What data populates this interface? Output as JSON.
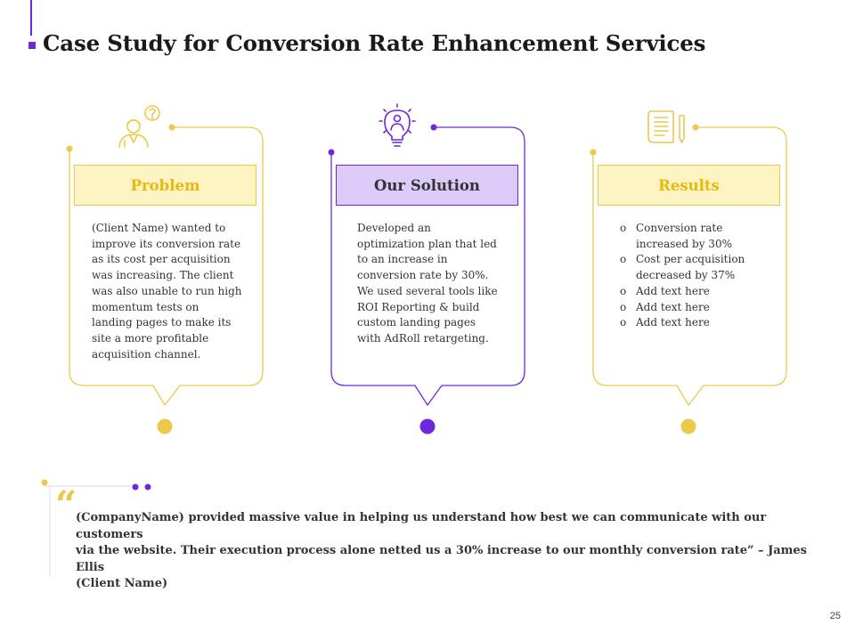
{
  "slide": {
    "title": "Case Study for Conversion Rate Enhancement Services",
    "page_number": "25"
  },
  "colors": {
    "yellow": "#ecc94b",
    "purple": "#6d28d9",
    "light_yellow": "#fdf3c3",
    "light_purple": "#dccbf8"
  },
  "columns": {
    "problem": {
      "icon": "customer-question-icon",
      "heading": "Problem",
      "lines": [
        "(Client Name)  wanted to",
        "improve its conversion rate",
        "as its cost per acquisition",
        "was increasing. The client",
        "was also unable to run high",
        "momentum tests on",
        "landing pages to make its",
        "site a more profitable",
        "acquisition channel."
      ]
    },
    "solution": {
      "icon": "idea-bulb-icon",
      "heading": "Our Solution",
      "lines": [
        "Developed an",
        "optimization plan that led",
        "to an increase in",
        "conversion rate by 30%.",
        "We used several tools like",
        "ROI Reporting & build",
        "custom landing pages",
        "with AdRoll retargeting."
      ]
    },
    "results": {
      "icon": "document-pen-icon",
      "heading": "Results",
      "bullet": "o",
      "items": [
        {
          "l1": "Conversion rate",
          "l2": "increased by 30%"
        },
        {
          "l1": "Cost per acquisition",
          "l2": "decreased by 37%"
        },
        {
          "l1": "Add text here",
          "l2": ""
        },
        {
          "l1": "Add text here",
          "l2": ""
        },
        {
          "l1": "Add text here",
          "l2": ""
        }
      ]
    }
  },
  "testimonial": {
    "quote_mark": "“",
    "line1": "(CompanyName) provided massive value in helping us understand how best we can communicate with our customers",
    "line2": "via the website. Their execution process alone netted us a 30% increase to our monthly conversion rate” – James Ellis",
    "line3": "(Client Name)"
  }
}
